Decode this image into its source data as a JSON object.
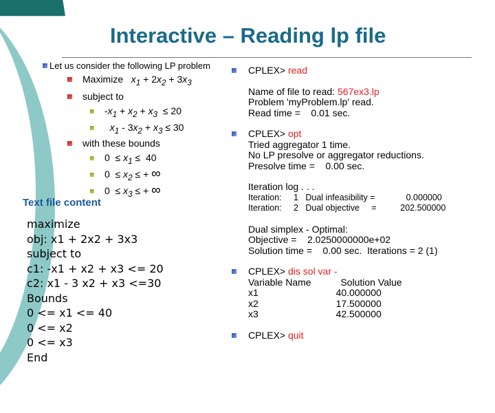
{
  "slide": {
    "title": "Interactive – Reading lp file",
    "colors": {
      "title": "#1a6a8a",
      "accent_red": "#e02020",
      "teal": "#1a6e6c",
      "light_teal": "#8dc9c6"
    }
  },
  "left": {
    "intro": "Let us consider the following LP problem",
    "maximize_label": "Maximize",
    "objective": [
      "x",
      "1",
      " + 2x",
      "2",
      " + 3x",
      "3"
    ],
    "subject_to": "subject to",
    "constraints": [
      {
        "text": "-x1 + x2 + x3  ≤ 20"
      },
      {
        "text": "x1 - 3x2 + x3 ≤ 30"
      }
    ],
    "with_bounds": "with these bounds",
    "bounds": [
      {
        "text": "0  ≤ x1 ≤  40"
      },
      {
        "text": "0  ≤ x2 ≤ + ∞"
      },
      {
        "text": "0  ≤ x3 ≤ + ∞"
      }
    ]
  },
  "text_file": {
    "heading": "Text file content",
    "lines": [
      "maximize",
      "obj: x1 + 2x2 + 3x3",
      "subject to",
      "c1: -x1 + x2 + x3 <= 20",
      "c2: x1 - 3 x2 + x3 <=30",
      "Bounds",
      "0 <= x1 <= 40",
      "0 <= x2",
      "0 <= x3",
      "End"
    ]
  },
  "cplex": {
    "prompt": "CPLEX>",
    "blocks": [
      {
        "command": "read",
        "lines": [
          "",
          "Name of file to read: ",
          "Problem 'myProblem.lp' read.",
          "Read time =    0.01 sec."
        ],
        "filename": "567ex3.lp"
      },
      {
        "command": "opt",
        "lines": [
          "Tried aggregator 1 time.",
          "No LP presolve or aggregator reductions.",
          "Presolve time =    0.00 sec.",
          "",
          "Iteration log . . ."
        ],
        "iterations": [
          "Iteration:     1   Dual infeasibility =             0.000000",
          "Iteration:     2   Dual objective     =          202.500000"
        ],
        "result_lines": [
          "",
          "Dual simplex - Optimal:",
          "Objective =    2.0250000000e+02",
          "Solution time =    0.00 sec.  Iterations = 2 (1)"
        ]
      },
      {
        "command": "dis sol var -",
        "header": "Variable Name           Solution Value",
        "rows": [
          "x1                             40.000000",
          "x2                             17.500000",
          "x3                             42.500000"
        ]
      },
      {
        "command": "quit"
      }
    ]
  }
}
